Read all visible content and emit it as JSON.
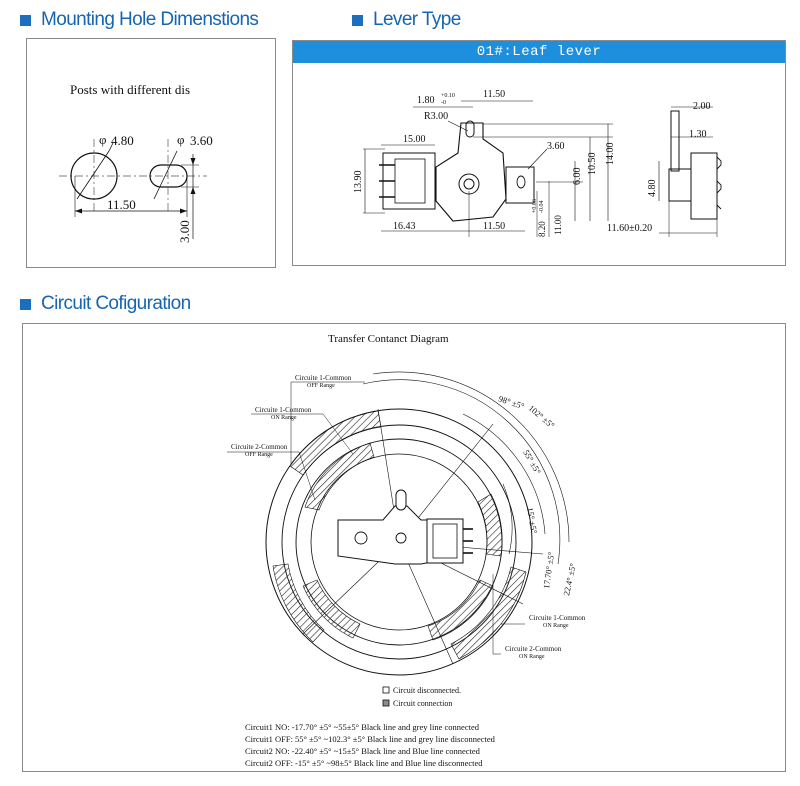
{
  "sections": {
    "mounting": {
      "title": "Mounting Hole Dimenstions",
      "note": "Posts with different dis",
      "dims": {
        "d1": "4.80",
        "d2": "3.60",
        "span": "11.50",
        "height": "3.00"
      },
      "dia_symbol": "φ"
    },
    "lever": {
      "title": "Lever Type",
      "banner": "01#:Leaf lever",
      "dims": {
        "top_offset": "1.80",
        "top_offset_tol_upper": "+0.10",
        "top_offset_tol_lower": "-0",
        "top_span": "11.50",
        "radius": "R3.00",
        "left_width": "15.00",
        "hole": "3.60",
        "h_6": "6.00",
        "h_1050": "10.50",
        "h_14": "14.00",
        "left_height": "13.90",
        "bottom_left": "16.43",
        "bottom_mid": "11.50",
        "v_820": "8.20",
        "v_820_tol_upper": "+0.06",
        "v_820_tol_lower": "-0.04",
        "v_11": "11.00",
        "side_200": "2.00",
        "side_130": "1.30",
        "side_480": "4.80",
        "side_bottom": "11.60±0.20"
      }
    },
    "circuit": {
      "title": "Circuit Cofiguration",
      "diagram_title": "Transfer Contanct Diagram",
      "labels": {
        "c1_off": [
          "Circuite 1-Common",
          "OFF Range"
        ],
        "c1_on_left": [
          "Circuite 1-Common",
          "ON Range"
        ],
        "c2_off": [
          "Circuite 2-Common",
          "OFF Range"
        ],
        "c1_on_right": [
          "Circuite 1-Common",
          "ON Range"
        ],
        "c2_on": [
          "Circuite 2-Common",
          "ON Range"
        ]
      },
      "angles": {
        "a98": "98° ±5°",
        "a102": "102° ±5°",
        "a55": "55° ±5°",
        "a15": "15° ±5°",
        "a1770": "17.70° ±5°",
        "a224": "22.4° ±5°"
      },
      "legend": {
        "disconnected": "Circuit disconnected.",
        "connected": "Circuit connection"
      },
      "notes": [
        "Circuit1 NO: -17.70° ±5° ~55±5°  Black line and grey line connected",
        "Circuit1 OFF: 55° ±5° ~102.3° ±5° Black line and grey line disconnected",
        "Circuit2 NO: -22.40° ±5° ~15±5° Black line and Blue line connected",
        "Circuit2 OFF: -15° ±5° ~98±5°  Black line and Blue line disconnected"
      ]
    }
  },
  "colors": {
    "accent": "#1a6fbf",
    "banner": "#1e8fdc",
    "hatch_fill": "#8c8c8c"
  }
}
